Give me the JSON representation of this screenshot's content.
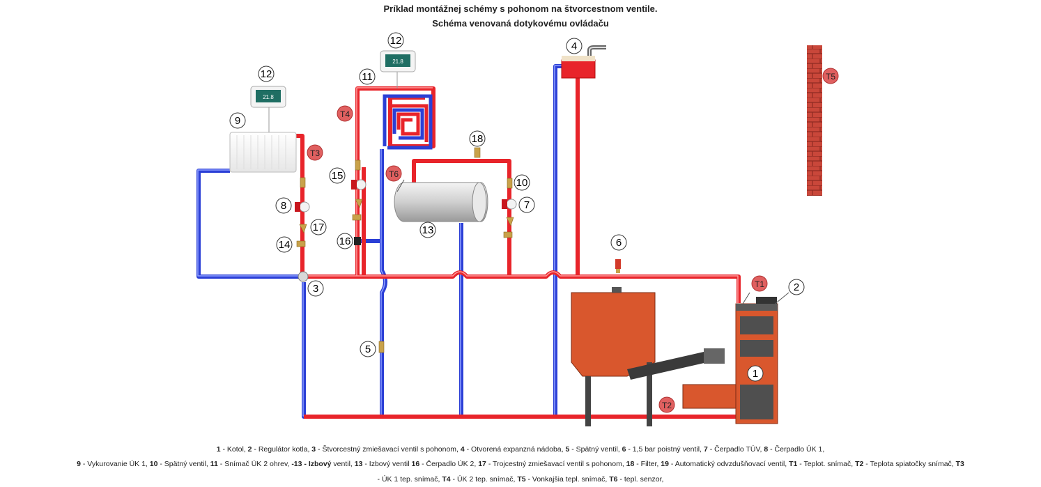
{
  "title_line1": "Príklad montážnej schémy s pohonom na štvorcestnom ventile.",
  "title_line2": "Schéma venovaná dotykovému ovládaču",
  "markers": {
    "m1": "1",
    "m2": "2",
    "m3": "3",
    "m4": "4",
    "m5": "5",
    "m6": "6",
    "m7": "7",
    "m8": "8",
    "m9": "9",
    "m10": "10",
    "m11": "11",
    "m12a": "12",
    "m12b": "12",
    "m13": "13",
    "m14": "14",
    "m15": "15",
    "m16": "16",
    "m17": "17",
    "m18": "18",
    "T1": "T1",
    "T2": "T2",
    "T3": "T3",
    "T4": "T4",
    "T5": "T5",
    "T6": "T6"
  },
  "thermostat_reading": "21.8",
  "colors": {
    "hot": "#e8242a",
    "cold": "#2b3fd6",
    "boiler": "#d9572d",
    "brick": "#c9473a",
    "marker_red": "#e06060"
  },
  "legend": {
    "l1": [
      {
        "k": "1",
        "t": " - Kotol,  "
      },
      {
        "k": "2",
        "t": " - Regulátor kotla,  "
      },
      {
        "k": "3",
        "t": " - Štvorcestný zmiešavací ventil s pohonom,  "
      },
      {
        "k": "4",
        "t": " - Otvorená expanzná nádoba,  "
      },
      {
        "k": "5",
        "t": " - Spätný ventil,  "
      },
      {
        "k": "6",
        "t": " - 1,5 bar poistný ventil,  "
      },
      {
        "k": "7",
        "t": " - Čerpadlo TÚV,  "
      },
      {
        "k": "8",
        "t": " - Čerpadlo ÚK 1,"
      }
    ],
    "l2": [
      {
        "k": "9",
        "t": " - Vykurovanie ÚK 1,  "
      },
      {
        "k": "10",
        "t": " - Spätný ventil,  "
      },
      {
        "k": "11",
        "t": " - Snímač  ÚK 2 ohrev,  "
      },
      {
        "k": "-13 - Izbový",
        "t": " ventil,  "
      },
      {
        "k": "13",
        "t": " - Izbový ventil  "
      },
      {
        "k": "16",
        "t": " - Čerpadlo ÚK 2,  "
      },
      {
        "k": "17",
        "t": " - Trojcestný zmiešavací ventil s pohonom,  "
      },
      {
        "k": "18",
        "t": " - Filter,  "
      },
      {
        "k": "19",
        "t": " - Automatický odvzdušňovací ventil,  "
      },
      {
        "k": "T1",
        "t": " - Teplot. snímač,  "
      },
      {
        "k": "T2",
        "t": " - Teplota spiatočky snímač,  "
      },
      {
        "k": "T3",
        "t": ""
      }
    ],
    "l3": [
      {
        "k": "",
        "t": "- ÚK 1 tep. snímač,  "
      },
      {
        "k": "T4",
        "t": " - ÚK 2 tep. snímač,  "
      },
      {
        "k": "T5",
        "t": " - Vonkajšia tepl. snímač,  "
      },
      {
        "k": "T6",
        "t": " - tepl. senzor,"
      }
    ]
  }
}
